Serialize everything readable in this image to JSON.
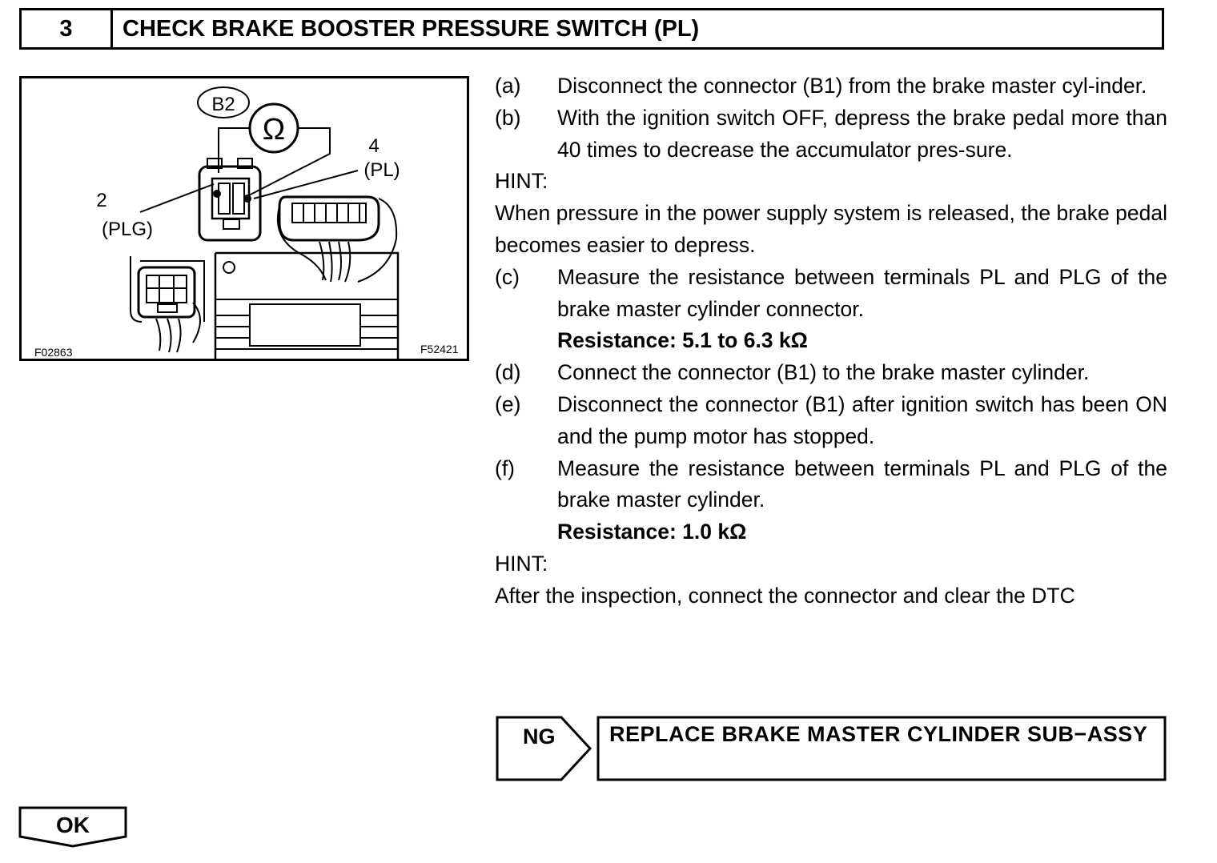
{
  "header": {
    "step_number": "3",
    "title": "CHECK BRAKE BOOSTER PRESSURE SWITCH (PL)"
  },
  "figure": {
    "connector_label": "B2",
    "ohm_symbol": "Ω",
    "terminal_pl_number": "4",
    "terminal_pl_name": "(PL)",
    "terminal_plg_number": "2",
    "terminal_plg_name": "(PLG)",
    "code_left": "F02863",
    "code_right": "F52421"
  },
  "procedure": {
    "step_a_label": "(a)",
    "step_a_text": "Disconnect the connector (B1) from the brake master cyl-inder.",
    "step_b_label": "(b)",
    "step_b_text": "With the ignition switch OFF, depress the brake pedal more than 40 times to decrease the accumulator pres-sure.",
    "hint1_label": "HINT:",
    "hint1_text": "When pressure in the power supply system is released, the brake pedal becomes easier to depress.",
    "step_c_label": "(c)",
    "step_c_text": "Measure the resistance between terminals PL and PLG of the brake master cylinder connector.",
    "spec1": "Resistance: 5.1 to 6.3 kΩ",
    "step_d_label": "(d)",
    "step_d_text": "Connect the connector (B1) to the brake master cylinder.",
    "step_e_label": "(e)",
    "step_e_text": "Disconnect the connector (B1) after ignition switch has been ON and the pump motor has stopped.",
    "step_f_label": "(f)",
    "step_f_text": "Measure the resistance between terminals PL and PLG of the brake master cylinder.",
    "spec2": "Resistance: 1.0 kΩ",
    "hint2_label": "HINT:",
    "hint2_text": "After the inspection, connect the connector and clear the DTC"
  },
  "result_ng": {
    "label": "NG",
    "action": "REPLACE BRAKE MASTER CYLINDER SUB−ASSY"
  },
  "result_ok": {
    "label": "OK"
  }
}
